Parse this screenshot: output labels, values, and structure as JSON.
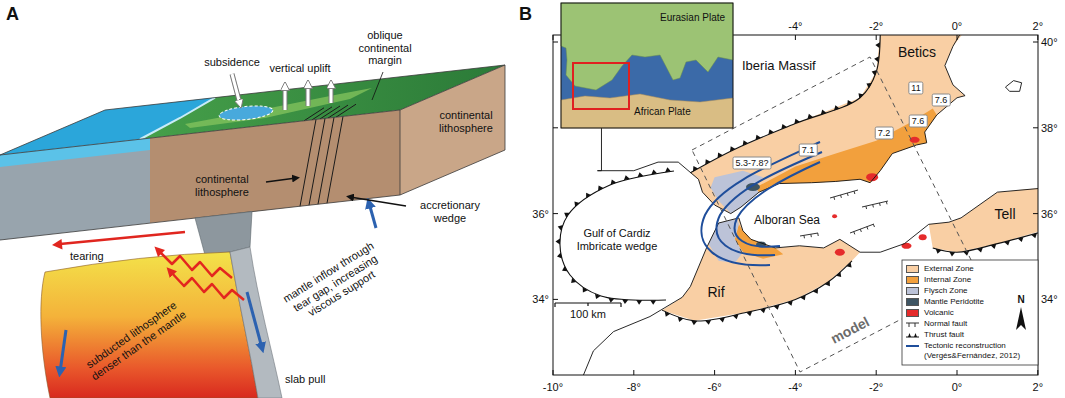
{
  "diagram": {
    "nodes": [
      {
        "text": [
          "11"
        ]
      },
      {
        "text": [
          "7.6"
        ]
      },
      {
        "text": [
          "7.2"
        ]
      },
      {
        "text": [
          "7.6"
        ]
      },
      {
        "text": [
          "7.1"
        ]
      },
      {
        "text": [
          "5.3-7.8?"
        ]
      }
    ],
    "labels": [
      "A",
      "subsidence",
      "vertical uplift",
      "oblique continental margin",
      "continental lithosphere",
      "continental lithosphere",
      "accretionary wedge",
      "tearing",
      "mantle inflow through tear gap, increasing viscous support",
      "subducted lithosphere denser than the mantle",
      "slab pull",
      "B",
      "Eurasian Plate",
      "African Plate",
      "Iberia Massif",
      "Betics",
      "Tell",
      "Gulf of Cardiz Imbricate wedge",
      "Alboran Sea",
      "Rif",
      "100 km",
      "model",
      "N",
      "-4°",
      "-2°",
      "0°",
      "2°",
      "36°",
      "34°",
      "40°",
      "38°",
      "36°",
      "34°",
      "-10°",
      "-8°",
      "-6°",
      "-4°",
      "-2°",
      "0°",
      "2°"
    ],
    "legend": [
      {
        "text": "External Zone",
        "color": "#f9cfa4"
      },
      {
        "text": "Internal Zone",
        "color": "#f2a03d"
      },
      {
        "text": "Flysch Zone",
        "color": "#bcc3d8"
      },
      {
        "text": "Mantle Peridotite",
        "color": "#3e5563"
      },
      {
        "text": "Volcanic",
        "color": "#e52b2b"
      },
      {
        "text": "Normal fault"
      },
      {
        "text": "Thrust fault"
      },
      {
        "text": "Tectonic reconstruction (Vergés&Fernández, 2012)"
      }
    ]
  }
}
